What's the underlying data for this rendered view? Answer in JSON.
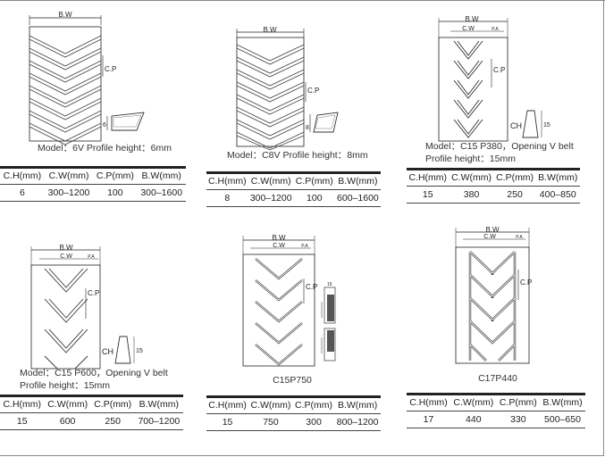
{
  "figures": {
    "f1": {
      "bw": "B.W",
      "cp": "C.P",
      "h": "6"
    },
    "f2": {
      "bw": "B.W",
      "cp": "C.P",
      "h": "8"
    },
    "f3": {
      "bw": "B.W",
      "cw": "C.W",
      "pa": "P.A",
      "cp": "C.P",
      "ch": "CH",
      "h": "15"
    },
    "f4": {
      "bw": "B.W",
      "cw": "C.W",
      "pa": "P.A",
      "cp": "C.P",
      "ch": "CH",
      "h": "15"
    },
    "f5": {
      "bw": "B.W",
      "cw": "C.W",
      "pa": "P.A",
      "cp": "C.P",
      "h": "15"
    },
    "f6": {
      "bw": "B.W",
      "cw": "C.W",
      "pa": "P.A",
      "cp": "C.P"
    }
  },
  "captions": {
    "c1": "Model：6V  Profile height：6mm",
    "c2": "Model：C8V  Profile height：8mm",
    "c3a": "Model：C15 P380，Opening V belt",
    "c3b": "Profile height：15mm",
    "c4a": "Model：C15 P600，Opening V belt",
    "c4b": "Profile height：15mm",
    "c5": "C15P750",
    "c6": "C17P440"
  },
  "headers": [
    "C.H(mm)",
    "C.W(mm)",
    "C.P(mm)",
    "B.W(mm)"
  ],
  "tables": {
    "t1": [
      "6",
      "300–1200",
      "100",
      "300–1600"
    ],
    "t2": [
      "8",
      "300–1200",
      "100",
      "600–1600"
    ],
    "t3": [
      "15",
      "380",
      "250",
      "400–850"
    ],
    "t4": [
      "15",
      "600",
      "250",
      "700–1200"
    ],
    "t5": [
      "15",
      "750",
      "300",
      "800–1200"
    ],
    "t6": [
      "17",
      "440",
      "330",
      "500–650"
    ]
  }
}
